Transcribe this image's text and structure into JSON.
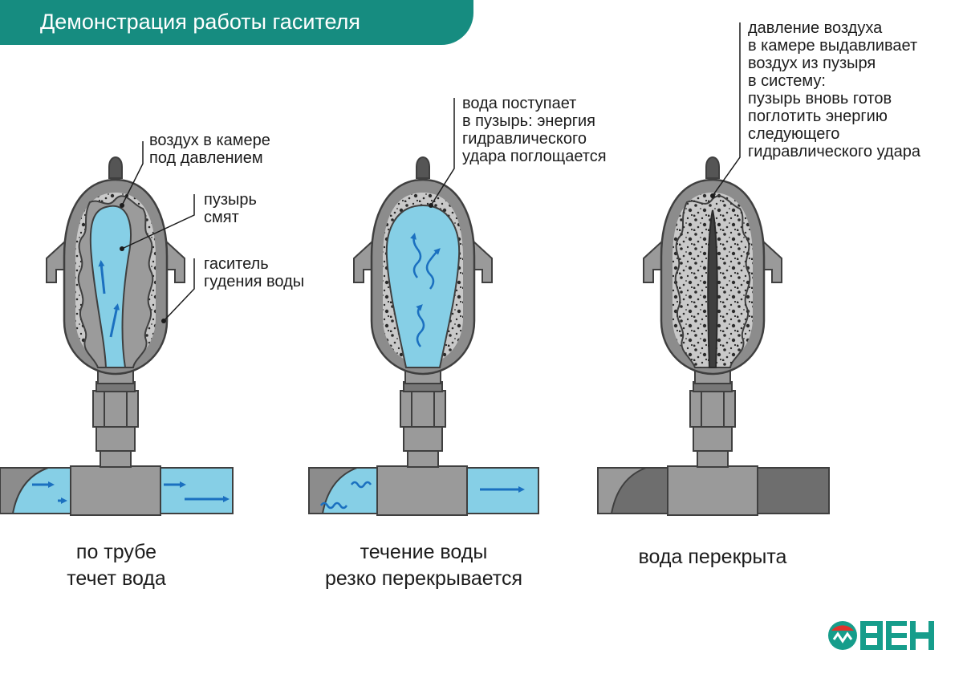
{
  "header": {
    "title": "Демонстрация работы гасителя"
  },
  "panels": [
    {
      "id": "flow",
      "caption_lines": [
        "по трубе",
        "течет вода"
      ],
      "notes": [
        {
          "id": "air-pressure",
          "text": "воздух в камере\nпод давлением"
        },
        {
          "id": "bladder-crushed",
          "text": "пузырь\nсмят"
        },
        {
          "id": "damper",
          "text": "гаситель\nгудения воды"
        }
      ]
    },
    {
      "id": "shutoff",
      "caption_lines": [
        "течение воды",
        "резко перекрывается"
      ],
      "notes": [
        {
          "id": "water-enters",
          "text": "вода поступает\nв пузырь: энергия\nгидравлического\nудара поглощается"
        }
      ]
    },
    {
      "id": "closed",
      "caption_lines": [
        "вода перекрыта"
      ],
      "notes": [
        {
          "id": "air-pushes",
          "text": "давление воздуха\nв камере выдавливает\nвоздух из пузыря\nв систему:\nпузырь вновь готов\nпоглотить энергию\nследующего\nгидравлического удара"
        }
      ]
    }
  ],
  "colors": {
    "header": "#168c80",
    "water": "#86cfe6",
    "arrows": "#1b70c0",
    "metal": "#8c8c8c",
    "outline": "#3f3f3f",
    "chamber_fill": "#c9c9c9",
    "logo_red": "#e0322b",
    "logo_green": "#169d8b"
  },
  "logo": {
    "text": "ОВЕН"
  }
}
